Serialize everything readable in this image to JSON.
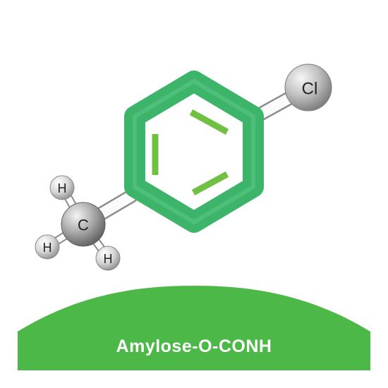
{
  "colors": {
    "ring": "#3cb56a",
    "double_bond": "#72c043",
    "substrate": "#4cb848",
    "bond": "#ffffff",
    "atom_gray": "#a6a6a6"
  },
  "atoms": {
    "chlorine": "Cl",
    "carbon": "C",
    "hydrogen_top": "H",
    "hydrogen_left": "H",
    "hydrogen_bottom": "H"
  },
  "substrate": {
    "label": "Amylose-O-CONH"
  }
}
